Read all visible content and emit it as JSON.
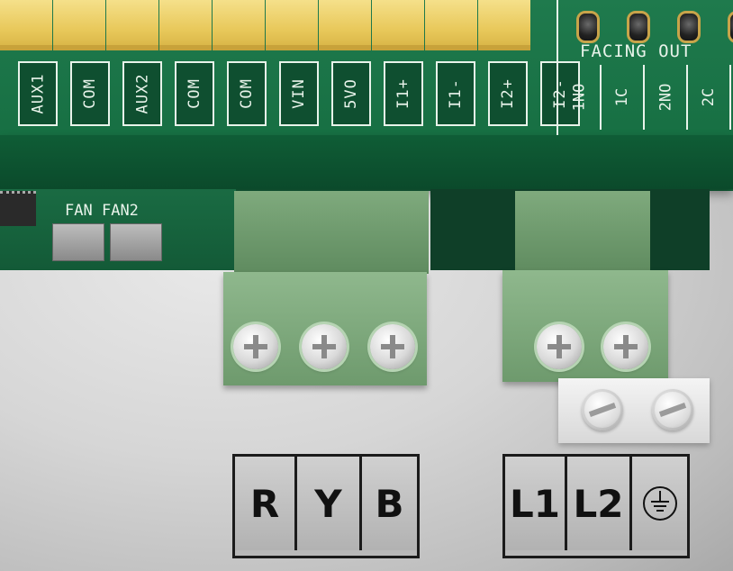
{
  "top_pins": [
    "AUX1",
    "COM",
    "AUX2",
    "COM",
    "COM",
    "VIN",
    "5VO",
    "I1+",
    "I1-",
    "I2+",
    "I2-"
  ],
  "relay": {
    "facing_text": "FACING OUT",
    "labels": [
      "1NO",
      "1C",
      "2NO",
      "2C"
    ]
  },
  "fans": {
    "fan1_label": "FAN",
    "fan2_label": "FAN2"
  },
  "bottom_labels": {
    "left": [
      "R",
      "Y",
      "B"
    ],
    "right": [
      "L1",
      "L2"
    ],
    "ground_icon": "earth-ground-icon"
  }
}
